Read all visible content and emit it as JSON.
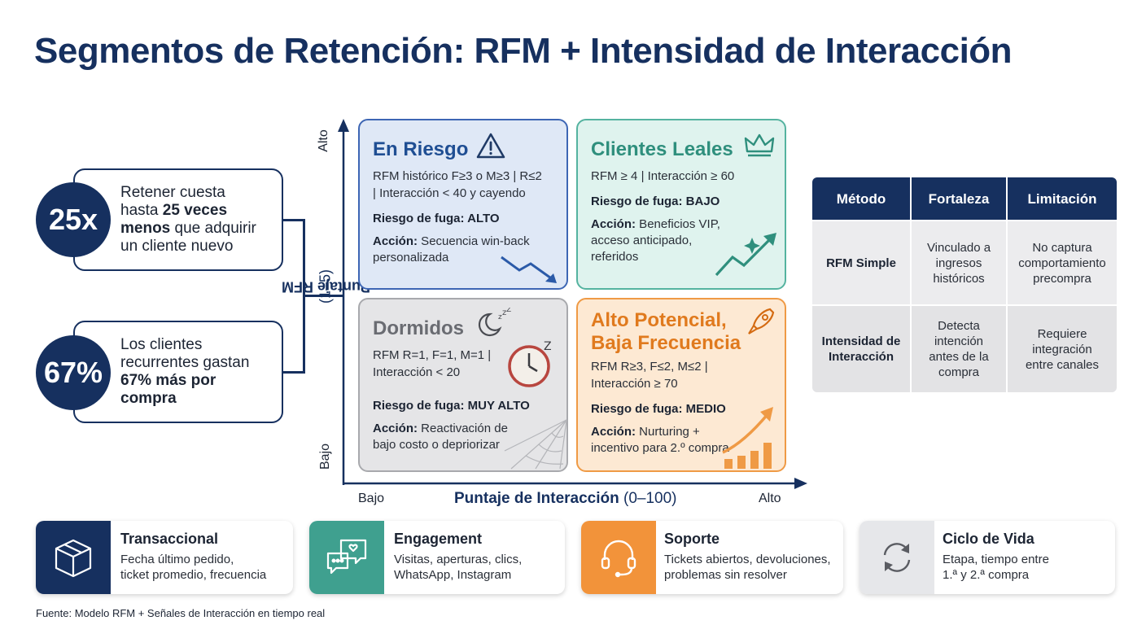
{
  "title": "Segmentos de Retención: RFM + Intensidad de Interacción",
  "stats": [
    {
      "value": "25x",
      "line1": "Retener cuesta",
      "line2_pre": "hasta ",
      "line2_bold": "25 veces",
      "line3_bold": "menos",
      "line3_post": " que adquirir",
      "line4": "un cliente nuevo"
    },
    {
      "value": "67%",
      "line1": "Los clientes",
      "line2": "recurrentes gastan",
      "line3_bold": "67% más por",
      "line4_bold": "compra"
    }
  ],
  "axes": {
    "y_label": "Puntaje RFM",
    "y_range": "(1–5)",
    "y_high": "Alto",
    "y_low": "Bajo",
    "x_label": "Puntaje de Interacción",
    "x_range": "(0–100)",
    "x_low": "Bajo",
    "x_high": "Alto"
  },
  "quadrants": {
    "en_riesgo": {
      "title": "En Riesgo",
      "criteria_1": "RFM histórico F≥3 o M≥3 | R≤2",
      "criteria_2": "| Interacción < 40 y cayendo",
      "risk": "Riesgo de fuga: ALTO",
      "action_label": "Acción:",
      "action_1": " Secuencia win-back",
      "action_2": "personalizada",
      "icon": "warning-icon"
    },
    "leales": {
      "title": "Clientes Leales",
      "criteria_1": "RFM ≥ 4 | Interacción ≥ 60",
      "risk": "Riesgo de fuga: BAJO",
      "action_label": "Acción:",
      "action_1": " Beneficios VIP,",
      "action_2": "acceso anticipado,",
      "action_3": "referidos",
      "icon": "crown-icon"
    },
    "dormidos": {
      "title": "Dormidos",
      "criteria_1": "RFM R=1, F=1, M=1 |",
      "criteria_2": "Interacción < 20",
      "risk": "Riesgo de fuga: MUY ALTO",
      "action_label": "Acción:",
      "action_1": " Reactivación de",
      "action_2": "bajo costo o depriorizar",
      "icon": "moon-icon"
    },
    "potencial": {
      "title_1": "Alto Potencial,",
      "title_2": "Baja Frecuencia",
      "criteria_1": "RFM R≥3, F≤2, M≤2 |",
      "criteria_2": "Interacción ≥ 70",
      "risk": "Riesgo de fuga: MEDIO",
      "action_label": "Acción:",
      "action_1": " Nurturing +",
      "action_2": "incentivo para 2.º compra",
      "icon": "rocket-icon"
    }
  },
  "table": {
    "headers": [
      "Método",
      "Fortaleza",
      "Limitación"
    ],
    "rows": [
      {
        "method": "RFM Simple",
        "strength": [
          "Vinculado a",
          "ingresos",
          "históricos"
        ],
        "limitation": [
          "No captura",
          "comportamiento",
          "precompra"
        ]
      },
      {
        "method_1": "Intensidad de",
        "method_2": "Interacción",
        "strength": [
          "Detecta",
          "intención",
          "antes de la",
          "compra"
        ],
        "limitation": [
          "Requiere",
          "integración",
          "entre canales"
        ]
      }
    ]
  },
  "cards": [
    {
      "title": "Transaccional",
      "desc_1": "Fecha último pedido,",
      "desc_2": "ticket promedio, frecuencia",
      "color": "#16305f",
      "icon": "box-icon"
    },
    {
      "title": "Engagement",
      "desc_1": "Visitas, aperturas, clics,",
      "desc_2": "WhatsApp, Instagram",
      "color": "#3fa08f",
      "icon": "chat-icon"
    },
    {
      "title": "Soporte",
      "desc_1": "Tickets abiertos, devoluciones,",
      "desc_2": "problemas sin resolver",
      "color": "#f2933a",
      "icon": "headset-icon"
    },
    {
      "title": "Ciclo de Vida",
      "desc_1": "Etapa, tiempo entre",
      "desc_2": "1.ª y 2.ª compra",
      "color": "#e6e7ea",
      "icon": "cycle-icon"
    }
  ],
  "source": "Fuente: Modelo RFM + Señales de Interacción en tiempo real"
}
